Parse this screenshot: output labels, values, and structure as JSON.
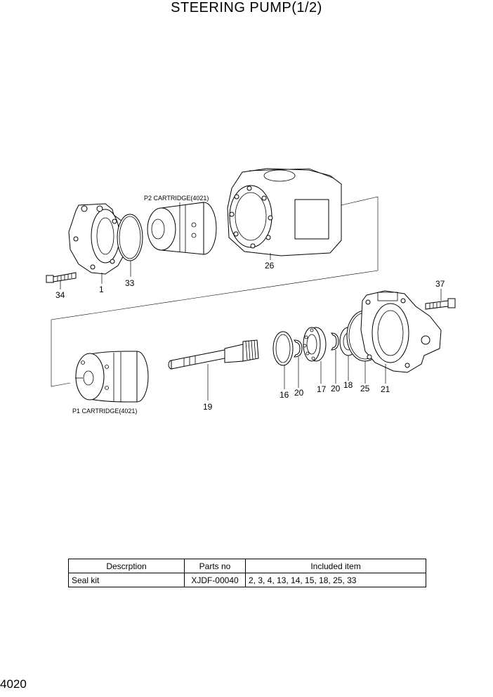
{
  "title": "STEERING PUMP(1/2)",
  "captions": {
    "p2": "P2 CARTRIDGE(4021)",
    "p1": "P1 CARTRIDGE(4021)"
  },
  "callouts": {
    "c34": "34",
    "c1": "1",
    "c33": "33",
    "c26": "26",
    "c37": "37",
    "c16": "16",
    "c20a": "20",
    "c17": "17",
    "c20b": "20",
    "c18": "18",
    "c25": "25",
    "c21": "21",
    "c19": "19"
  },
  "table": {
    "headers": [
      "Descrption",
      "Parts no",
      "Included item"
    ],
    "rows": [
      [
        "Seal kit",
        "XJDF-00040",
        "2, 3, 4, 13, 14, 15, 18, 25, 33"
      ]
    ]
  },
  "page_number": "4020"
}
